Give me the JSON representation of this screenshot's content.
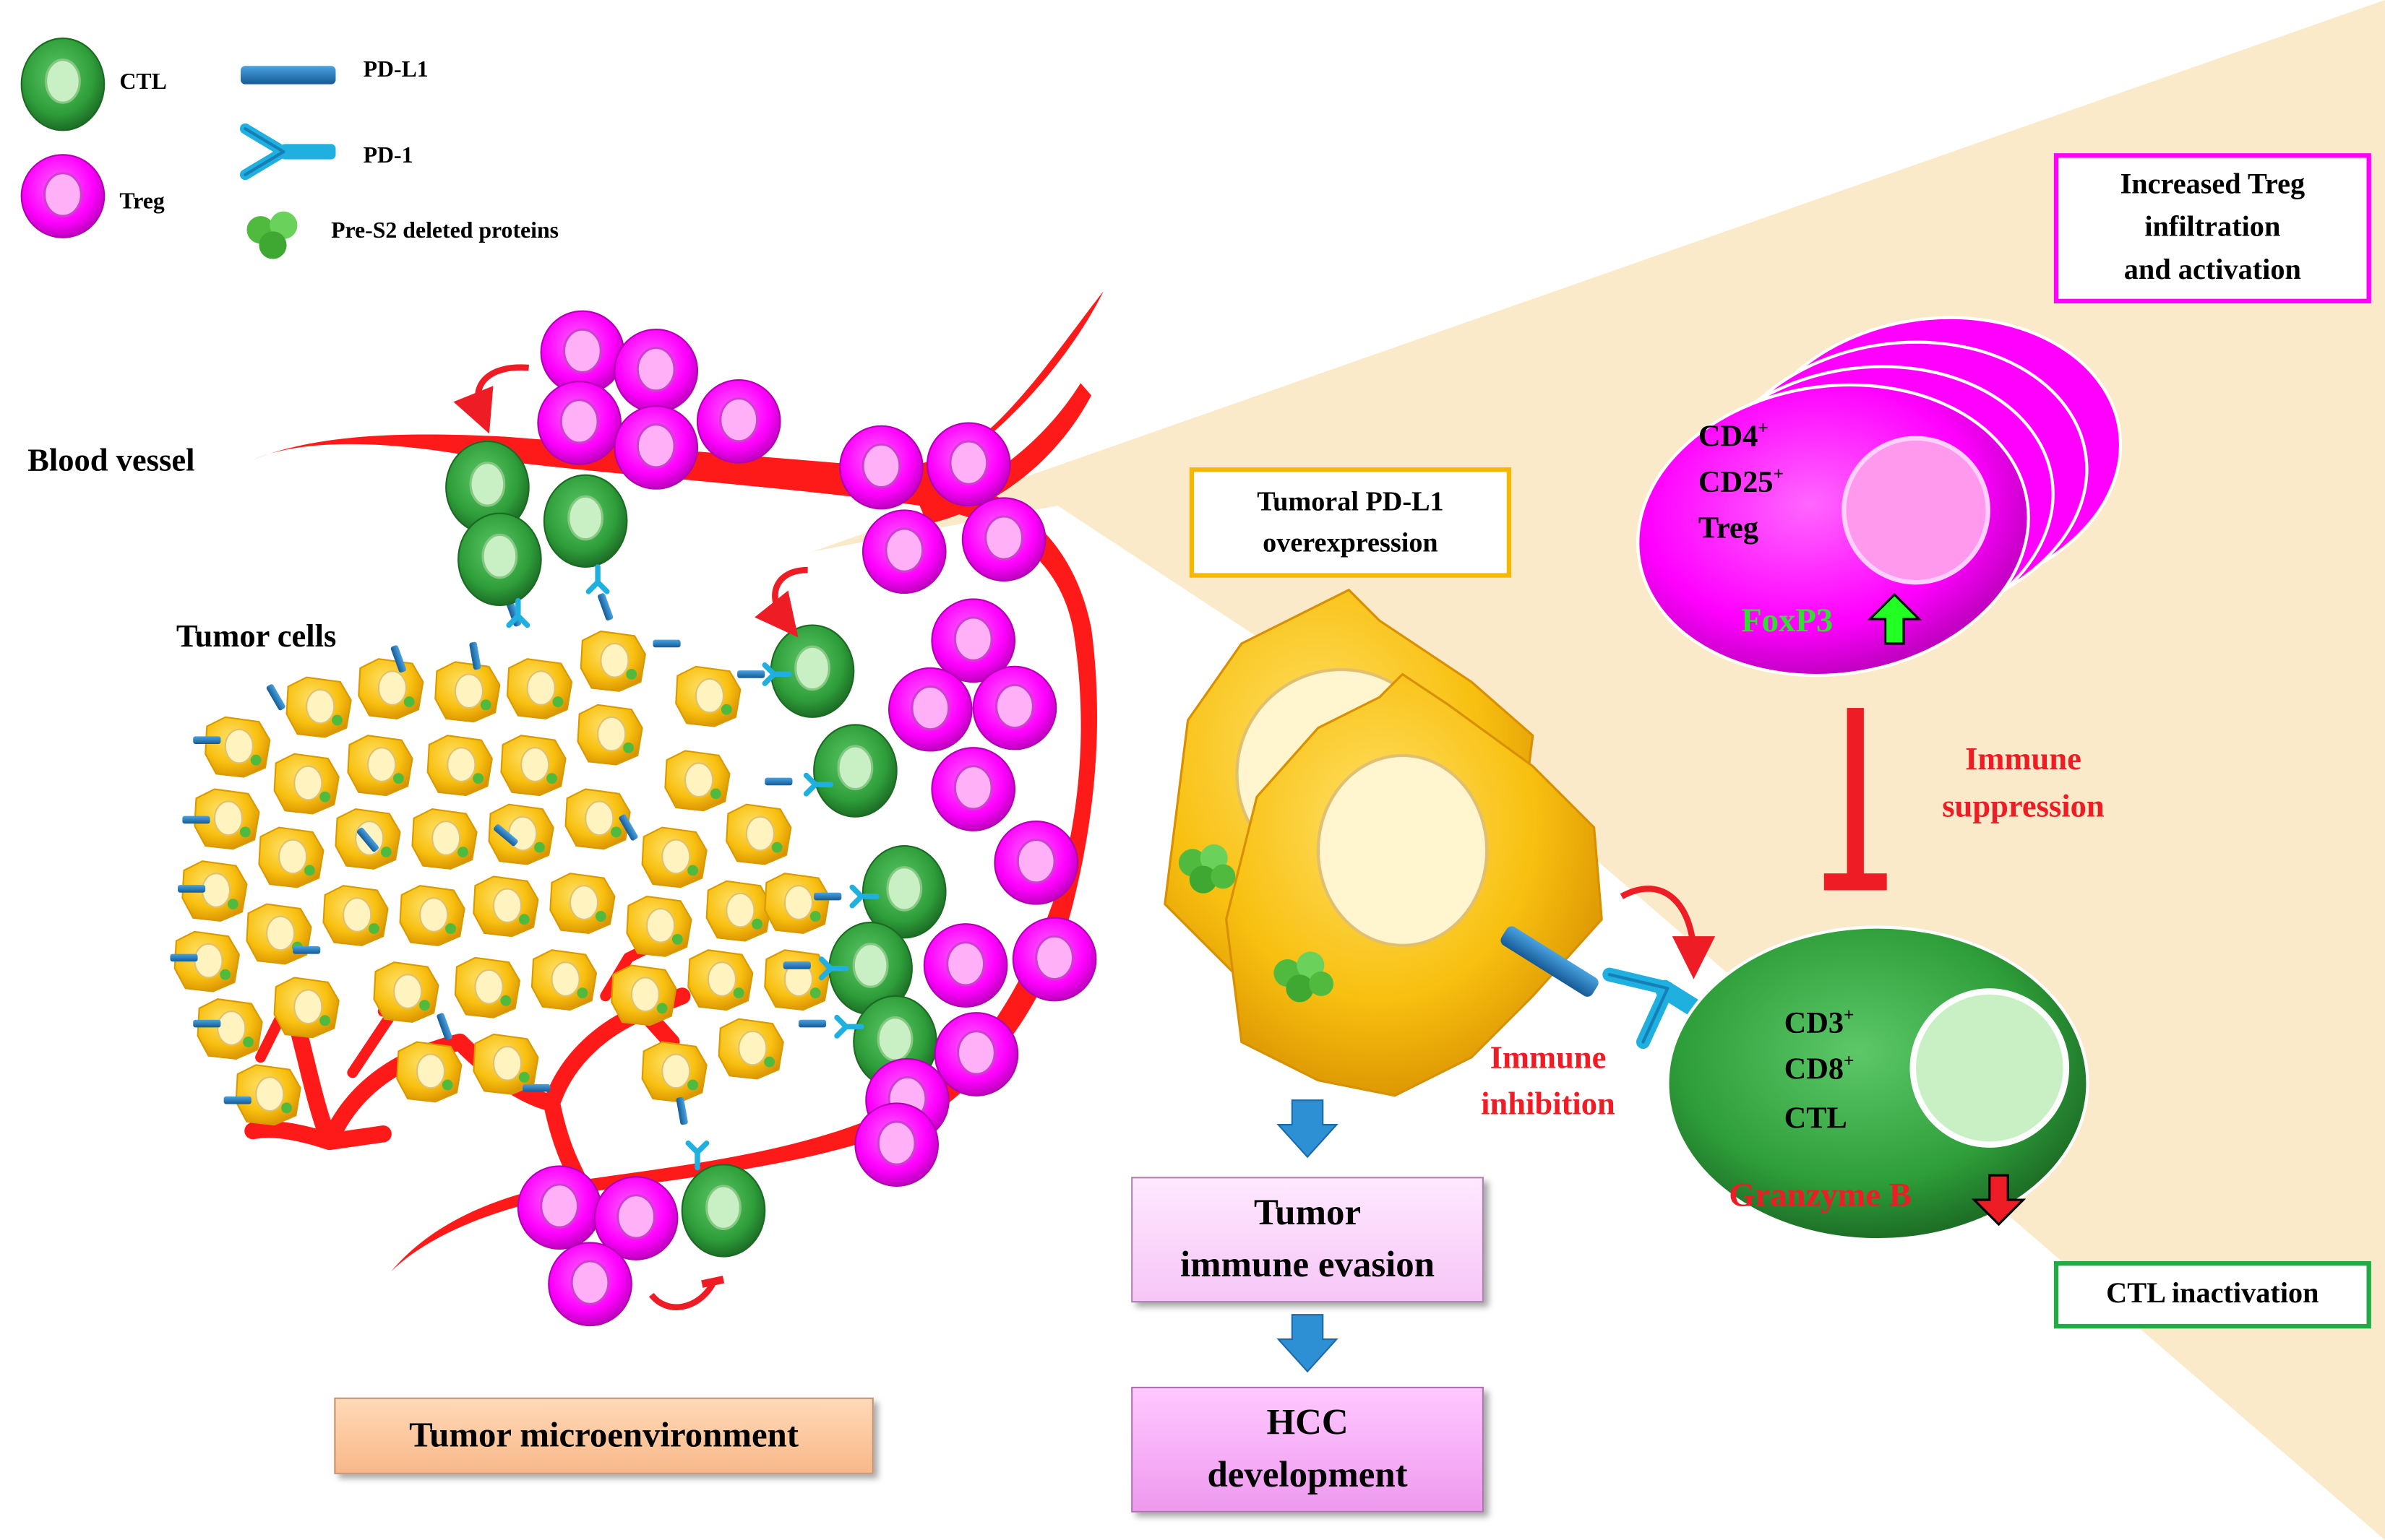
{
  "legend": {
    "ctl": "CTL",
    "treg": "Treg",
    "pdl1": "PD-L1",
    "pd1": "PD-1",
    "pres2": "Pre-S2 deleted proteins"
  },
  "left": {
    "blood_vessel": "Blood vessel",
    "tumor_cells": "Tumor cells",
    "microenvironment": "Tumor microenvironment"
  },
  "middle": {
    "pdl1_box": "Tumoral PD-L1\noverexpression",
    "evasion_box": "Tumor\nimmune evasion",
    "hcc_box": "HCC\ndevelopment",
    "inhibition": "Immune\ninhibition"
  },
  "right": {
    "treg_box": "Increased Treg\ninfiltration\nand activation",
    "treg_cell_markers": [
      "CD4",
      "CD25",
      "Treg"
    ],
    "foxp3": "FoxP3",
    "suppression": "Immune\nsuppression",
    "ctl_cell_markers": [
      "CD3",
      "CD8",
      "CTL"
    ],
    "granzyme": "Granzyme B",
    "ctl_box": "CTL inactivation"
  },
  "colors": {
    "treg": "#ff00ff",
    "ctl": "#2e9e3a",
    "tumor": "#f5b800",
    "vessel": "#ff1a1a",
    "pdl1": "#1e6fb4",
    "pd1": "#1fb0e0",
    "cone": "#faebc8",
    "red_text": "#ee1c24"
  },
  "icons": [
    "up-arrow-green-icon",
    "down-arrow-red-icon",
    "inhibition-bar-icon",
    "blue-down-arrow-icon",
    "curved-red-arrow-icon"
  ]
}
